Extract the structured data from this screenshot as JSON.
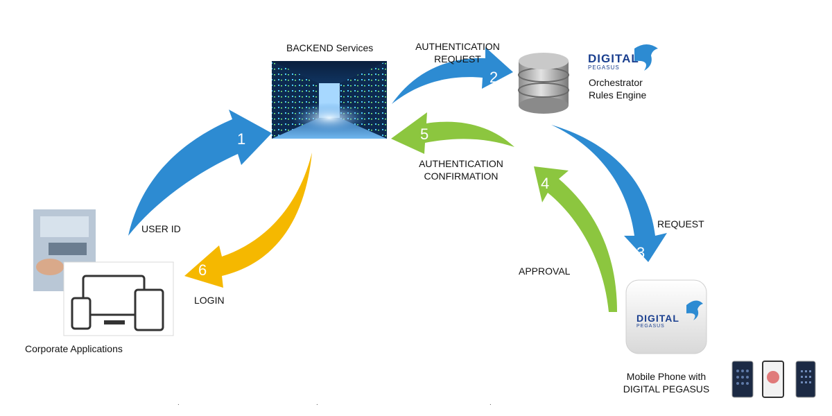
{
  "nodes": {
    "backend": "BACKEND Services",
    "orchestrator": [
      "Orchestrator",
      "Rules Engine"
    ],
    "corporate": "Corporate Applications",
    "mobile": [
      "Mobile Phone with",
      "DIGITAL PEGASUS"
    ]
  },
  "brand": {
    "word1": "DIGITAL",
    "word2": "PEGASUS"
  },
  "steps": [
    {
      "number": "1",
      "label": "USER ID",
      "color": "#2d8bd2"
    },
    {
      "number": "2",
      "label": [
        "AUTHENTICATION",
        "REQUEST"
      ],
      "color": "#2d8bd2"
    },
    {
      "number": "3",
      "label": "REQUEST",
      "color": "#2d8bd2"
    },
    {
      "number": "4",
      "label": "APPROVAL",
      "color": "#8cc63f"
    },
    {
      "number": "5",
      "label": [
        "AUTHENTICATION",
        "CONFIRMATION"
      ],
      "color": "#8cc63f"
    },
    {
      "number": "6",
      "label": "LOGIN",
      "color": "#f5b800"
    }
  ],
  "ticks": [
    ".",
    ".",
    "."
  ]
}
